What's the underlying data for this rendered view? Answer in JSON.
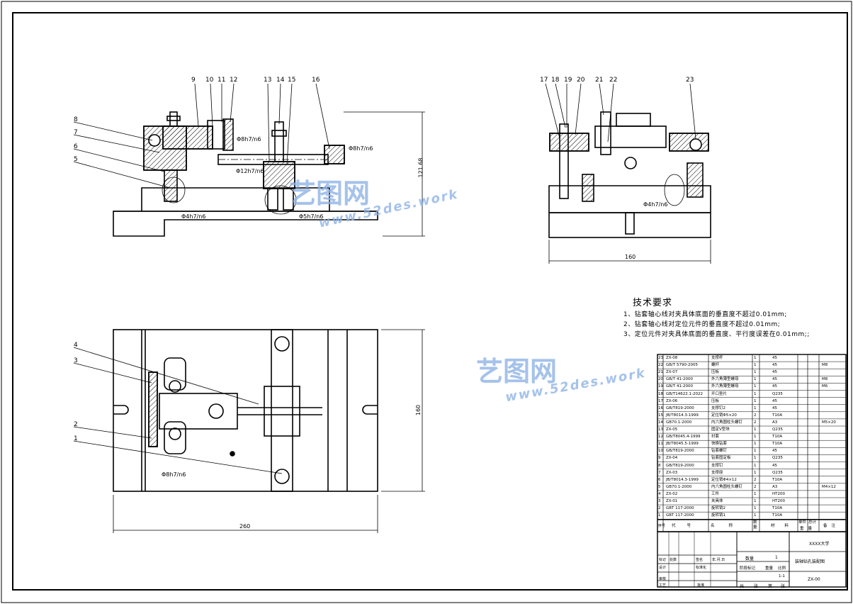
{
  "front_view": {
    "balloons": [
      "9",
      "10",
      "11",
      "12",
      "13",
      "14",
      "15",
      "16",
      "8",
      "7",
      "6",
      "5"
    ],
    "fits": [
      "Φ8h7/n6",
      "Φ8h7/n6",
      "Φ12h7/n6",
      "Φ4h7/n6",
      "Φ5h7/n6"
    ],
    "height_dim": "121.68"
  },
  "side_view": {
    "balloons": [
      "17",
      "18",
      "19",
      "20",
      "21",
      "22",
      "23"
    ],
    "fit": "Φ4h7/n6",
    "width_dim": "160"
  },
  "top_view": {
    "balloons": [
      "4",
      "3",
      "2",
      "1"
    ],
    "fit": "Φ8h7/n6",
    "width_dim": "260",
    "height_dim": "160"
  },
  "technical_requirements": {
    "title": "技术要求",
    "lines": [
      "1、钻套轴心线对夹具体底面的垂直度不超过0.01mm;",
      "2、钻套轴心线对定位元件的垂直度不超过0.01mm;",
      "3、定位元件对夹具体底面的垂直度、平行度误差在0.01mm;;"
    ]
  },
  "watermark": {
    "cn": "艺图网",
    "en": "www.52des.work"
  },
  "bom": {
    "rows": [
      {
        "no": "23",
        "code": "ZX-08",
        "name": "支撑杆",
        "qty": "1",
        "mat": "45",
        "note": ""
      },
      {
        "no": "22",
        "code": "GB/T 5790-2005",
        "name": "螺杆",
        "qty": "1",
        "mat": "45",
        "note": "M8"
      },
      {
        "no": "21",
        "code": "ZX-07",
        "name": "压板",
        "qty": "1",
        "mat": "45",
        "note": ""
      },
      {
        "no": "20",
        "code": "GB/T 41-2000",
        "name": "外六角薄型螺母",
        "qty": "1",
        "mat": "45",
        "note": "M8"
      },
      {
        "no": "19",
        "code": "GB/T 41-2000",
        "name": "外六角薄型螺母",
        "qty": "1",
        "mat": "45",
        "note": "M6"
      },
      {
        "no": "18",
        "code": "GB/T14622.1-2022",
        "name": "开口垫片",
        "qty": "1",
        "mat": "Q235",
        "note": ""
      },
      {
        "no": "17",
        "code": "ZX-06",
        "name": "压板",
        "qty": "1",
        "mat": "45",
        "note": ""
      },
      {
        "no": "16",
        "code": "GB/T819-2000",
        "name": "支撑钉2",
        "qty": "1",
        "mat": "45",
        "note": ""
      },
      {
        "no": "15",
        "code": "JB/T8014.3-1999",
        "name": "定位销Φ5×20",
        "qty": "2",
        "mat": "T10A",
        "note": ""
      },
      {
        "no": "14",
        "code": "GB70.1-2000",
        "name": "内六角圆柱头螺钉",
        "qty": "2",
        "mat": "A3",
        "note": "M5×20"
      },
      {
        "no": "13",
        "code": "ZX-05",
        "name": "固定V型块",
        "qty": "1",
        "mat": "Q235",
        "note": ""
      },
      {
        "no": "12",
        "code": "GB/T8045.4-1999",
        "name": "衬套",
        "qty": "1",
        "mat": "T10A",
        "note": ""
      },
      {
        "no": "11",
        "code": "JB/T8045.5-1999",
        "name": "快换钻套",
        "qty": "1",
        "mat": "T10A",
        "note": ""
      },
      {
        "no": "10",
        "code": "GB/T819-2000",
        "name": "钻套螺钉",
        "qty": "1",
        "mat": "45",
        "note": ""
      },
      {
        "no": "9",
        "code": "ZX-04",
        "name": "钻套固定板",
        "qty": "1",
        "mat": "Q235",
        "note": ""
      },
      {
        "no": "8",
        "code": "GB/T819-2000",
        "name": "支撑钉",
        "qty": "1",
        "mat": "45",
        "note": ""
      },
      {
        "no": "7",
        "code": "ZX-03",
        "name": "支撑座",
        "qty": "1",
        "mat": "Q235",
        "note": ""
      },
      {
        "no": "6",
        "code": "JB/T8014.3-1999",
        "name": "定位销Φ4×12",
        "qty": "2",
        "mat": "T10A",
        "note": ""
      },
      {
        "no": "5",
        "code": "GB70.1-2000",
        "name": "内六角圆柱头螺钉",
        "qty": "2",
        "mat": "A3",
        "note": "M4×12"
      },
      {
        "no": "4",
        "code": "ZX-02",
        "name": "工件",
        "qty": "1",
        "mat": "HT200",
        "note": ""
      },
      {
        "no": "3",
        "code": "ZX-01",
        "name": "夹具体",
        "qty": "1",
        "mat": "HT200",
        "note": ""
      },
      {
        "no": "2",
        "code": "GBT 117-2000",
        "name": "旋转销2",
        "qty": "1",
        "mat": "T10A",
        "note": ""
      },
      {
        "no": "1",
        "code": "GBT 117-2000",
        "name": "旋转销1",
        "qty": "1",
        "mat": "T10A",
        "note": ""
      }
    ],
    "header": {
      "no": "序号",
      "code": "代号",
      "name": "名称",
      "qty": "数量",
      "mat": "材料",
      "unit": "单件",
      "total": "总计",
      "weight": "重量",
      "note": "备注"
    }
  },
  "title_block": {
    "school": "XXXX大学",
    "drawing_name": "装轴钻孔装配图",
    "drawing_no": "ZX-00",
    "qty_label": "数量",
    "qty_value": "1",
    "scale_label": "比例",
    "scale_value": "1:1",
    "weight_label": "重量",
    "stage_label": "阶段标记",
    "designer_label": "设计",
    "standard_label": "标准化",
    "audit_label": "审核",
    "process_label": "工艺",
    "approve_label": "批准",
    "mark_label": "标记",
    "count_label": "处数",
    "sheet_labels": [
      "共",
      "张",
      "第",
      "张"
    ],
    "sign_label": "签名",
    "date_label": "年.月.日"
  }
}
